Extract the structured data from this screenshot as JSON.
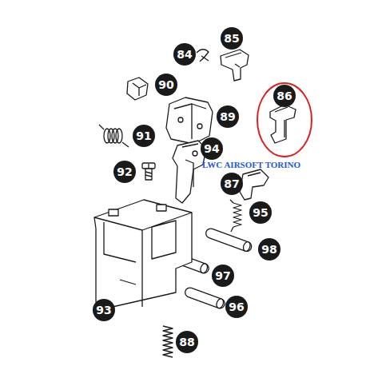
{
  "diagram": {
    "labels": [
      "84",
      "85",
      "86",
      "90",
      "89",
      "91",
      "94",
      "LWC AIRSOFT TORINO",
      "92",
      "87",
      "95",
      "98",
      "97",
      "93",
      "96",
      "88"
    ]
  }
}
